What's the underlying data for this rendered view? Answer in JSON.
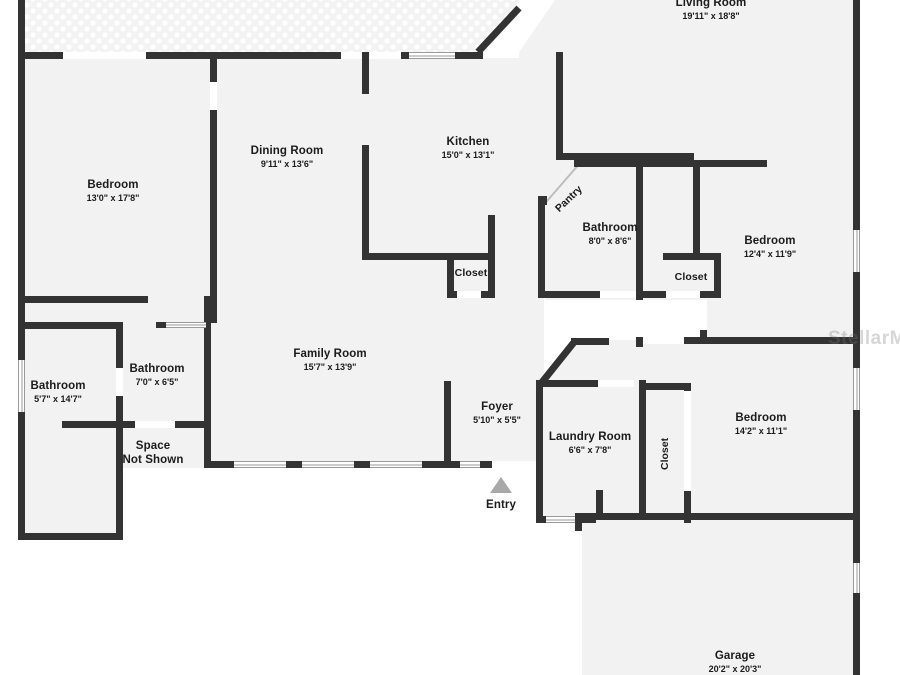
{
  "document": {
    "type": "floor-plan",
    "watermark": "StellarMLS"
  },
  "rooms": [
    {
      "id": "living-room",
      "name": "Living Room",
      "dimensions": "19'11\" x 18'8\""
    },
    {
      "id": "bedroom-1",
      "name": "Bedroom",
      "dimensions": "13'0\" x 17'8\""
    },
    {
      "id": "dining-room",
      "name": "Dining Room",
      "dimensions": "9'11\" x 13'6\""
    },
    {
      "id": "kitchen",
      "name": "Kitchen",
      "dimensions": "15'0\" x 13'1\""
    },
    {
      "id": "bathroom-1",
      "name": "Bathroom",
      "dimensions": "8'0\" x 8'6\""
    },
    {
      "id": "bedroom-2",
      "name": "Bedroom",
      "dimensions": "12'4\" x 11'9\""
    },
    {
      "id": "bathroom-2",
      "name": "Bathroom",
      "dimensions": "5'7\" x 14'7\""
    },
    {
      "id": "bathroom-3",
      "name": "Bathroom",
      "dimensions": "7'0\" x 6'5\""
    },
    {
      "id": "family-room",
      "name": "Family Room",
      "dimensions": "15'7\" x 13'9\""
    },
    {
      "id": "foyer",
      "name": "Foyer",
      "dimensions": "5'10\" x 5'5\""
    },
    {
      "id": "laundry-room",
      "name": "Laundry Room",
      "dimensions": "6'6\" x 7'8\""
    },
    {
      "id": "bedroom-3",
      "name": "Bedroom",
      "dimensions": "14'2\" x 11'1\""
    },
    {
      "id": "garage",
      "name": "Garage",
      "dimensions": "20'2\" x 20'3\""
    }
  ],
  "closets": [
    {
      "id": "closet-kitchen",
      "name": "Closet"
    },
    {
      "id": "closet-bedroom2",
      "name": "Closet"
    },
    {
      "id": "closet-laundry",
      "name": "Closet"
    }
  ],
  "annotations": {
    "pantry": "Pantry",
    "space_not_shown_line1": "Space",
    "space_not_shown_line2": "Not Shown",
    "entry": "Entry"
  },
  "colors": {
    "wall": "#333333",
    "room_fill": "#f2f2f2",
    "patio_fill": "#f3f3f3",
    "label_text": "#1b1b1b",
    "entry_arrow": "#a8a8a8",
    "background": "#ffffff"
  }
}
